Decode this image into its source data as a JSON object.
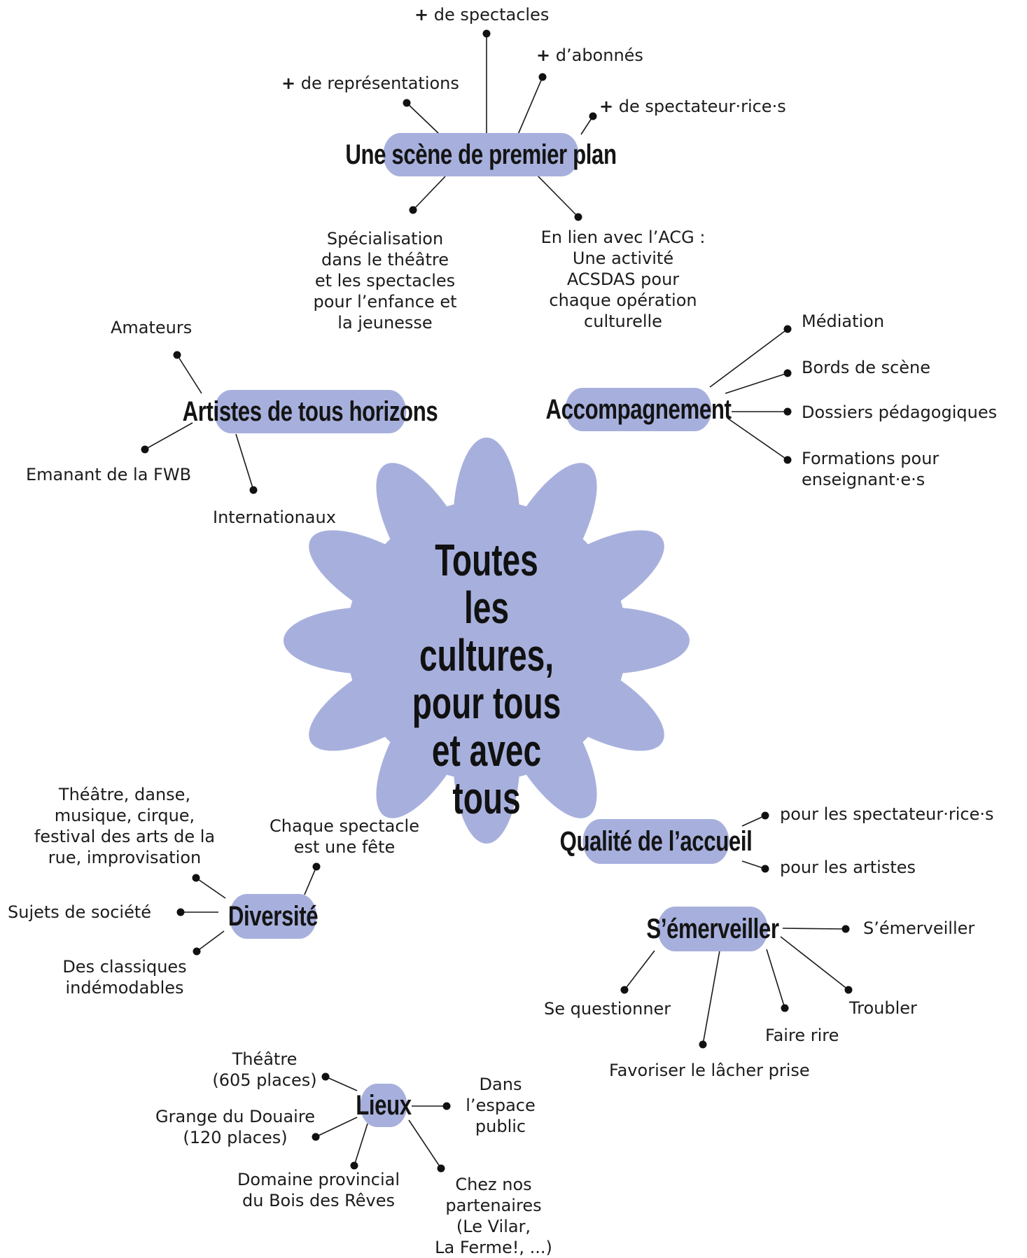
{
  "colors": {
    "accent": "#a7b0dd",
    "text": "#1a1a1a",
    "line": "#1a1a1a"
  },
  "center": {
    "title_lines": [
      "Toutes les",
      "cultures,",
      "pour tous",
      "et avec tous"
    ]
  },
  "nodes": {
    "scene": {
      "title": "Une scène de premier plan",
      "plus": "+",
      "spectacles": "de spectacles",
      "abonnes": "d’abonnés",
      "representations": "de représentations",
      "spectateurs": "de spectateur·rice·s",
      "specialisation": [
        "Spécialisation",
        "dans le théâtre",
        "et les spectacles",
        "pour l’enfance et",
        "la jeunesse"
      ],
      "acg": [
        "En lien avec l’ACG :",
        "Une activité",
        "ACSDAS pour",
        "chaque opération",
        "culturelle"
      ]
    },
    "artistes": {
      "title": "Artistes de tous horizons",
      "items": [
        "Amateurs",
        "Emanant de la FWB",
        "Internationaux"
      ]
    },
    "accompagnement": {
      "title": "Accompagnement",
      "items": [
        "Médiation",
        "Bords de scène",
        "Dossiers pédagogiques"
      ],
      "formations": [
        "Formations pour",
        "enseignant·e·s"
      ]
    },
    "diversite": {
      "title": "Diversité",
      "genres": [
        "Théâtre, danse,",
        "musique, cirque,",
        "festival des arts de la",
        "rue, improvisation"
      ],
      "fete": [
        "Chaque spectacle",
        "est une fête"
      ],
      "societe": "Sujets de société",
      "classiques": [
        "Des classiques",
        "indémodables"
      ]
    },
    "accueil": {
      "title": "Qualité de l’accueil",
      "items": [
        "pour les spectateur·rice·s",
        "pour les artistes"
      ]
    },
    "emerveiller": {
      "title": "S’émerveiller",
      "items": [
        "S’émerveiller",
        "Troubler",
        "Faire rire",
        "Favoriser le lâcher prise",
        "Se questionner"
      ]
    },
    "lieux": {
      "title": "Lieux",
      "theatre": [
        "Théâtre",
        "(605 places)"
      ],
      "grange": [
        "Grange du Douaire",
        "(120 places)"
      ],
      "domaine": [
        "Domaine provincial",
        "du Bois des Rêves"
      ],
      "espace": [
        "Dans",
        "l’espace",
        "public"
      ],
      "partenaires": [
        "Chez nos",
        "partenaires",
        "(Le Vilar,",
        "La Ferme!, ...)"
      ]
    }
  }
}
